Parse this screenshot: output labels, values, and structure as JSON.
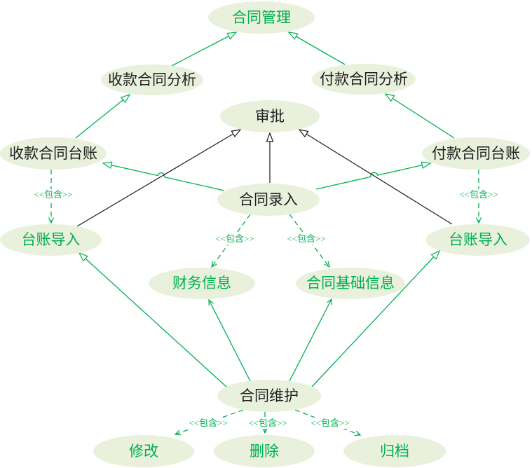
{
  "diagram": {
    "kind": "uml-use-case-diagram",
    "language": "zh-CN",
    "stereotype_label": "<<包含>>",
    "colors": {
      "node_fill": "#e9f1dc",
      "green_text": "#00b050",
      "dark_text": "#1f1f1f",
      "green_line": "#00b050",
      "black_line": "#1a1a1a",
      "background": "#ffffff"
    },
    "nodes": [
      {
        "id": "contract-management",
        "label": "合同管理",
        "text_style": "green"
      },
      {
        "id": "receipt-contract-analysis",
        "label": "收款合同分析",
        "text_style": "dark"
      },
      {
        "id": "payment-contract-analysis",
        "label": "付款合同分析",
        "text_style": "dark"
      },
      {
        "id": "approval",
        "label": "审批",
        "text_style": "dark"
      },
      {
        "id": "receipt-contract-ledger",
        "label": "收款合同台账",
        "text_style": "dark"
      },
      {
        "id": "payment-contract-ledger",
        "label": "付款合同台账",
        "text_style": "dark"
      },
      {
        "id": "contract-entry",
        "label": "合同录入",
        "text_style": "dark"
      },
      {
        "id": "ledger-import-left",
        "label": "台账导入",
        "text_style": "green"
      },
      {
        "id": "ledger-import-right",
        "label": "台账导入",
        "text_style": "green"
      },
      {
        "id": "financial-info",
        "label": "财务信息",
        "text_style": "green"
      },
      {
        "id": "contract-basic-info",
        "label": "合同基础信息",
        "text_style": "green"
      },
      {
        "id": "contract-maintenance",
        "label": "合同维护",
        "text_style": "dark"
      },
      {
        "id": "modify",
        "label": "修改",
        "text_style": "green"
      },
      {
        "id": "delete",
        "label": "删除",
        "text_style": "green"
      },
      {
        "id": "archive",
        "label": "归档",
        "text_style": "green"
      }
    ],
    "edges": [
      {
        "from": "收款合同分析",
        "to": "合同管理",
        "type": "generalization",
        "line": "solid",
        "color": "green"
      },
      {
        "from": "付款合同分析",
        "to": "合同管理",
        "type": "generalization",
        "line": "solid",
        "color": "green"
      },
      {
        "from": "收款合同台账",
        "to": "收款合同分析",
        "type": "generalization",
        "line": "solid",
        "color": "green"
      },
      {
        "from": "付款合同台账",
        "to": "付款合同分析",
        "type": "generalization",
        "line": "solid",
        "color": "green"
      },
      {
        "from": "合同录入",
        "to": "收款合同台账",
        "type": "generalization",
        "line": "solid",
        "color": "green"
      },
      {
        "from": "合同录入",
        "to": "付款合同台账",
        "type": "generalization",
        "line": "solid",
        "color": "green"
      },
      {
        "from": "台账导入(左)",
        "to": "审批",
        "type": "generalization",
        "line": "solid",
        "color": "black"
      },
      {
        "from": "合同录入",
        "to": "审批",
        "type": "generalization",
        "line": "solid",
        "color": "black"
      },
      {
        "from": "台账导入(右)",
        "to": "审批",
        "type": "generalization",
        "line": "solid",
        "color": "black"
      },
      {
        "from": "合同维护",
        "to": "台账导入(左)",
        "type": "generalization",
        "line": "solid",
        "color": "green"
      },
      {
        "from": "合同维护",
        "to": "台账导入(右)",
        "type": "generalization",
        "line": "solid",
        "color": "green"
      },
      {
        "from": "合同维护",
        "to": "财务信息",
        "type": "association",
        "line": "solid",
        "color": "green"
      },
      {
        "from": "合同维护",
        "to": "合同基础信息",
        "type": "association",
        "line": "solid",
        "color": "green"
      },
      {
        "from": "收款合同台账",
        "to": "台账导入(左)",
        "type": "include",
        "label": "<<包含>>",
        "line": "dashed",
        "color": "green"
      },
      {
        "from": "付款合同台账",
        "to": "台账导入(右)",
        "type": "include",
        "label": "<<包含>>",
        "line": "dashed",
        "color": "green"
      },
      {
        "from": "合同录入",
        "to": "财务信息",
        "type": "include",
        "label": "<<包含>>",
        "line": "dashed",
        "color": "green"
      },
      {
        "from": "合同录入",
        "to": "合同基础信息",
        "type": "include",
        "label": "<<包含>>",
        "line": "dashed",
        "color": "green"
      },
      {
        "from": "合同维护",
        "to": "修改",
        "type": "include",
        "label": "<<包含>>",
        "line": "dashed",
        "color": "green"
      },
      {
        "from": "合同维护",
        "to": "删除",
        "type": "include",
        "label": "<<包含>>",
        "line": "dashed",
        "color": "green"
      },
      {
        "from": "合同维护",
        "to": "归档",
        "type": "include",
        "label": "<<包含>>",
        "line": "dashed",
        "color": "green"
      }
    ]
  }
}
